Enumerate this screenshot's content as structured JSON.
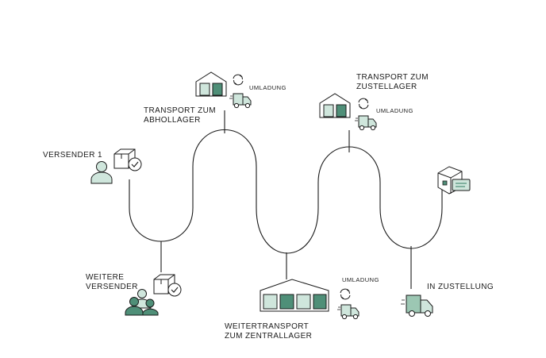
{
  "colors": {
    "line": "#1a1a1a",
    "accent": "#4f8f78",
    "accent_light": "#cfe6dc",
    "accent_mid": "#9cc7b3"
  },
  "labels": {
    "versender_1": "VERSENDER 1",
    "weitere_versender": [
      "WEITERE",
      "VERSENDER"
    ],
    "transport_abhollager": [
      "TRANSPORT ZUM",
      "ABHOLLAGER"
    ],
    "weitertransport": [
      "WEITERTRANSPORT",
      "ZUM ZENTRALLAGER"
    ],
    "transport_zustellager": [
      "TRANSPORT ZUM",
      "ZUSTELLAGER"
    ],
    "in_zustellung": "IN ZUSTELLUNG",
    "umladung_1": "UMLADUNG",
    "umladung_2": "UMLADUNG",
    "umladung_3": "UMLADUNG"
  },
  "icons": {
    "versender_1": [
      "person-icon",
      "parcel-check-icon"
    ],
    "weitere_versender": [
      "group-icon",
      "parcel-check-icon"
    ],
    "abhollager": [
      "warehouse-icon",
      "reload-arrows-icon",
      "truck-icon"
    ],
    "zentrallager": [
      "warehouse-large-icon",
      "reload-arrows-icon",
      "truck-icon"
    ],
    "zustellager": [
      "warehouse-icon",
      "reload-arrows-icon",
      "truck-icon"
    ],
    "in_zustellung": [
      "parcel-label-icon",
      "delivery-truck-icon"
    ]
  }
}
